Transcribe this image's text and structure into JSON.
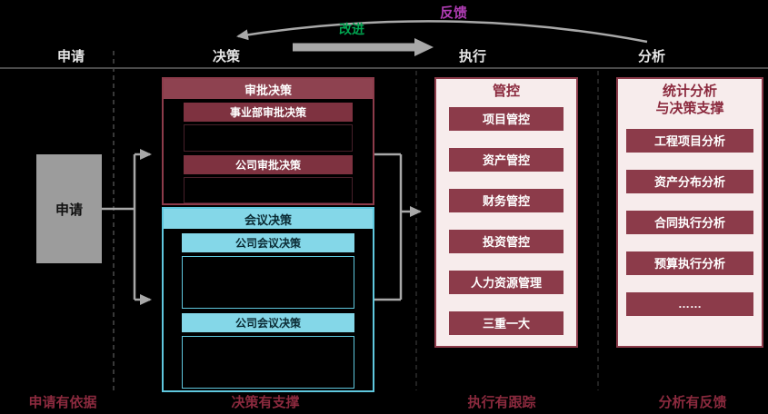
{
  "meta": {
    "background": "#000000"
  },
  "loop": {
    "feedback_label": "反馈",
    "improve_label": "改进"
  },
  "timeline": {
    "stage1": "申请",
    "stage2": "决策",
    "stage3": "执行",
    "stage4": "分析"
  },
  "apply": {
    "box": "申请",
    "caption": "申请有依据"
  },
  "decision": {
    "approval_title": "审批决策",
    "approval_sub1": "事业部审批决策",
    "approval_sub2": "公司审批决策",
    "meeting_title": "会议决策",
    "meeting_sub1": "公司会议决策",
    "meeting_sub2": "公司会议决策",
    "caption": "决策有支撑"
  },
  "control": {
    "title": "管控",
    "items": [
      "项目管控",
      "资产管控",
      "财务管控",
      "投资管控",
      "人力资源管理",
      "三重一大"
    ],
    "caption": "执行有跟踪"
  },
  "analysis": {
    "title1": "统计分析",
    "title2": "与决策支撑",
    "items": [
      "工程项目分析",
      "资产分布分析",
      "合同执行分析",
      "预算执行分析",
      "……"
    ],
    "caption": "分析有反馈"
  },
  "colors": {
    "maroon": "#8C3B4A",
    "maroon_dark": "#7E3240",
    "cyan": "#84D7E8",
    "cyan_border": "#5FC8DE",
    "panel_bg": "#F7ECEC",
    "gray_box": "#9C9C9C",
    "arrow_gray": "#A8A8A8",
    "green": "#00A550",
    "magenta": "#B13DB5",
    "caption_red": "#8B2A3E"
  }
}
